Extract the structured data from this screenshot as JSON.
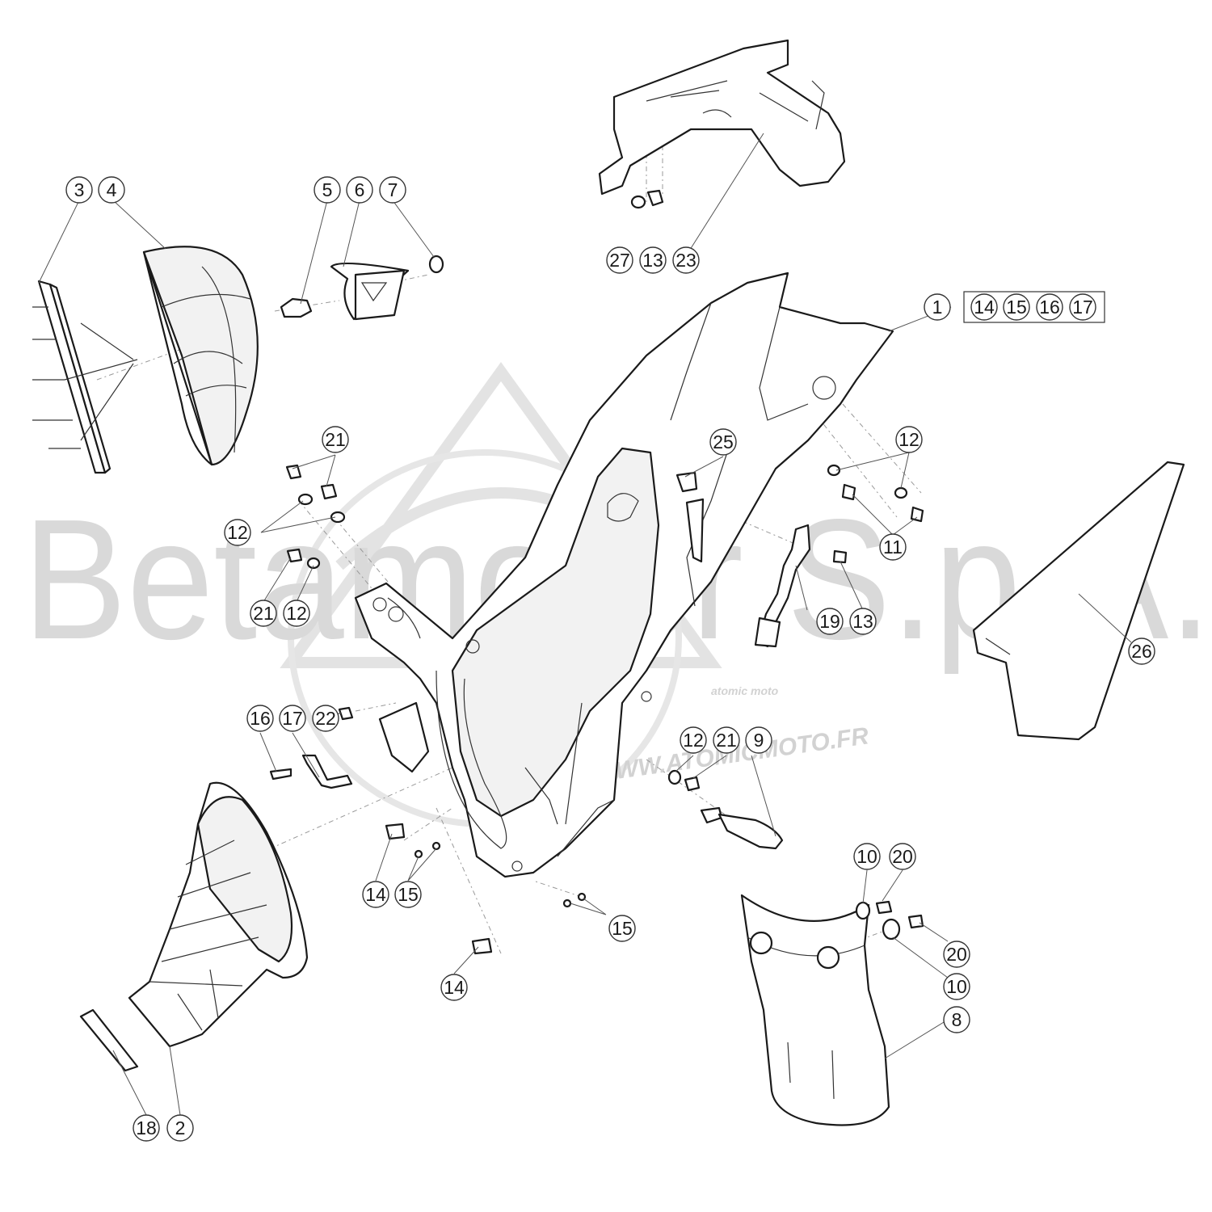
{
  "watermark": {
    "brand": "Betamotor S.p.A.",
    "site_logo": "atomic moto",
    "site_url": "WWW.ATOMICMOTO.FR"
  },
  "callouts": [
    "1",
    "2",
    "3",
    "4",
    "5",
    "6",
    "7",
    "8",
    "9",
    "10",
    "11",
    "12",
    "13",
    "14",
    "15",
    "16",
    "17",
    "18",
    "19",
    "20",
    "21",
    "22",
    "23",
    "25",
    "26",
    "27"
  ],
  "kit_callout": {
    "part": "1",
    "includes": [
      "14",
      "15",
      "16",
      "17"
    ]
  }
}
